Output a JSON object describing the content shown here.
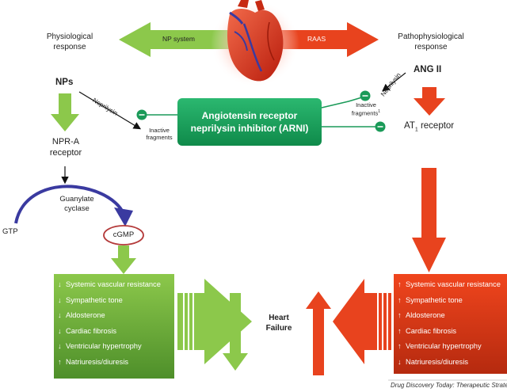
{
  "labels": {
    "physio": "Physiological\nresponse",
    "patho": "Pathophysiological\nresponse",
    "np_system": "NP system",
    "raas": "RAAS",
    "nps": "NPs",
    "ang2": "ANG II",
    "neprilysin_left": "Neprilysin",
    "neprilysin_right": "Neprilysin",
    "inactive_left": "Inactive\nfragments",
    "inactive_right": "Inactive\nfragments",
    "inactive_right_sup": "1",
    "arni": "Angiotensin receptor\nneprilysin inhibitor (ARNI)",
    "npr_a": "NPR-A\nreceptor",
    "at1_prefix": "AT",
    "at1_sub": "1",
    "at1_suffix": " receptor",
    "guanylate": "Guanylate\ncyclase",
    "gtp": "GTP",
    "cgmp": "cGMP",
    "heart_failure": "Heart\nFailure",
    "credit": "Drug Discovery Today: Therapeutic Strategies"
  },
  "left_box": [
    {
      "arrow": "↓",
      "text": "Systemic vascular resistance"
    },
    {
      "arrow": "↓",
      "text": "Sympathetic tone"
    },
    {
      "arrow": "↓",
      "text": "Aldosterone"
    },
    {
      "arrow": "↓",
      "text": "Cardiac fibrosis"
    },
    {
      "arrow": "↓",
      "text": "Ventricular hypertrophy"
    },
    {
      "arrow": "↑",
      "text": "Natriuresis/diuresis"
    }
  ],
  "right_box": [
    {
      "arrow": "↑",
      "text": "Systemic vascular resistance"
    },
    {
      "arrow": "↑",
      "text": "Sympathetic tone"
    },
    {
      "arrow": "↑",
      "text": "Aldosterone"
    },
    {
      "arrow": "↑",
      "text": "Cardiac fibrosis"
    },
    {
      "arrow": "↑",
      "text": "Ventricular hypertrophy"
    },
    {
      "arrow": "↓",
      "text": "Natriuresis/diuresis"
    }
  ],
  "colors": {
    "green": "#8cc84b",
    "dark_green": "#1a9a58",
    "red": "#e8431e",
    "blue": "#3a3aa0",
    "heart": "#d8321c"
  }
}
